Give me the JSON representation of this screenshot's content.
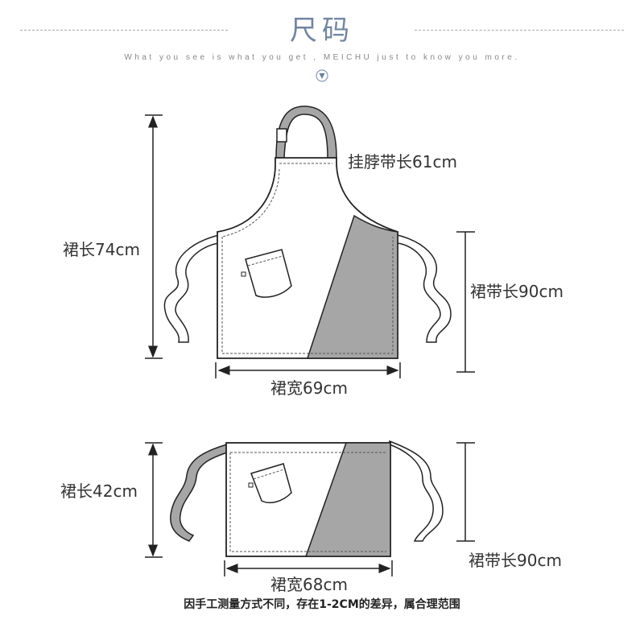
{
  "header": {
    "title": "尺码",
    "subtitle": "What you see is what you get , MEICHU  just to know you more.",
    "accent_color": "#7185a3"
  },
  "full_apron": {
    "neck_strap_label": "挂脖带长61cm",
    "length_label": "裙长74cm",
    "tie_label": "裙带长90cm",
    "width_label": "裙宽69cm"
  },
  "waist_apron": {
    "length_label": "裙长42cm",
    "tie_label": "裙带长90cm",
    "width_label": "裙宽68cm"
  },
  "footer_note": "因手工测量方式不同，存在1-2CM的差异，属合理范围",
  "colors": {
    "panel_gray": "#a6a6a6",
    "outline": "#333333"
  }
}
